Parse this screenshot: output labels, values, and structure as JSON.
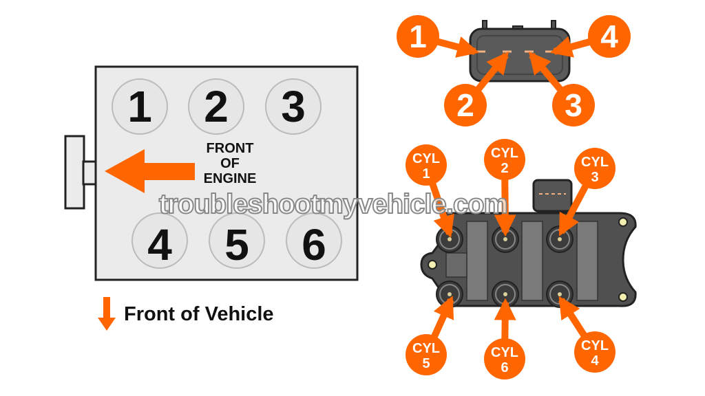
{
  "colors": {
    "accent": "#ff6600",
    "block": "#ebebeb",
    "coil": "#555555",
    "pin": "#f4b183"
  },
  "engine": {
    "cylinders_top": [
      "1",
      "2",
      "3"
    ],
    "cylinders_bottom": [
      "4",
      "5",
      "6"
    ],
    "front_label": [
      "FRONT",
      "OF",
      "ENGINE"
    ]
  },
  "legend": {
    "front_of_vehicle": "Front of Vehicle",
    "icon": "arrow-down-icon"
  },
  "watermark": "troubleshootmyvehicle.com",
  "connector": {
    "pins": [
      "1",
      "2",
      "3",
      "4"
    ]
  },
  "coil_pack": {
    "cyl_word": "CYL",
    "callouts": [
      "1",
      "2",
      "3",
      "5",
      "6",
      "4"
    ]
  }
}
